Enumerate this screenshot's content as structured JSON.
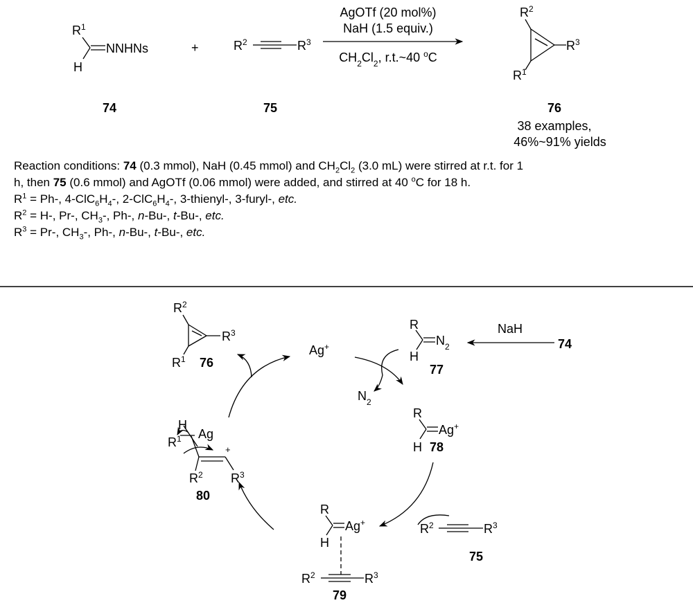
{
  "top": {
    "compound74": {
      "r1": [
        [
          "R"
        ],
        [
          "1",
          "sup"
        ]
      ],
      "group": "NNHNs",
      "h": "H",
      "label": "74"
    },
    "plus": "+",
    "compound75": {
      "r2": [
        [
          "R"
        ],
        [
          "2",
          "sup"
        ]
      ],
      "r3": [
        [
          "R"
        ],
        [
          "3",
          "sup"
        ]
      ],
      "label": "75"
    },
    "conditions": {
      "line1": "AgOTf (20 mol%)",
      "line2": "NaH (1.5 equiv.)",
      "line3": [
        [
          "CH"
        ],
        [
          "2",
          "sub"
        ],
        [
          "Cl"
        ],
        [
          "2",
          "sub"
        ],
        [
          ", r.t.~40 "
        ],
        [
          "o",
          "sup"
        ],
        [
          "C"
        ]
      ]
    },
    "product76": {
      "r2": [
        [
          "R"
        ],
        [
          "2",
          "sup"
        ]
      ],
      "r3": [
        [
          "R"
        ],
        [
          "3",
          "sup"
        ]
      ],
      "r1": [
        [
          "R"
        ],
        [
          "1",
          "sup"
        ]
      ],
      "label": "76",
      "examples": "38 examples,",
      "yields": "46%~91% yields"
    }
  },
  "notes": [
    [
      [
        "Reaction conditions:  "
      ],
      [
        "74",
        "b"
      ],
      [
        " (0.3 mmol), NaH (0.45 mmol) and CH"
      ],
      [
        "2",
        "sub"
      ],
      [
        "Cl"
      ],
      [
        "2",
        "sub"
      ],
      [
        " (3.0 mL) were stirred at r.t. for 1"
      ]
    ],
    [
      [
        "h, then "
      ],
      [
        "75",
        "b"
      ],
      [
        " (0.6 mmol) and AgOTf (0.06 mmol) were added, and stirred at 40 "
      ],
      [
        "o",
        "sup"
      ],
      [
        "C for 18 h."
      ]
    ],
    [
      [
        "R"
      ],
      [
        "1",
        "sup"
      ],
      [
        " = Ph-, 4-ClC"
      ],
      [
        "6",
        "sub"
      ],
      [
        "H"
      ],
      [
        "4",
        "sub"
      ],
      [
        "-, 2-ClC"
      ],
      [
        "6",
        "sub"
      ],
      [
        "H"
      ],
      [
        "4",
        "sub"
      ],
      [
        "-, 3-thienyl-, 3-furyl-, "
      ],
      [
        "etc.",
        "i"
      ]
    ],
    [
      [
        "R"
      ],
      [
        "2",
        "sup"
      ],
      [
        " = H-, Pr-, CH"
      ],
      [
        "3",
        "sub"
      ],
      [
        "-, Ph-, "
      ],
      [
        "n",
        "i"
      ],
      [
        "-Bu-, "
      ],
      [
        "t",
        "i"
      ],
      [
        "-Bu-, "
      ],
      [
        "etc.",
        "i"
      ]
    ],
    [
      [
        "R"
      ],
      [
        "3",
        "sup"
      ],
      [
        " = Pr-, CH"
      ],
      [
        "3",
        "sub"
      ],
      [
        "-, Ph-, "
      ],
      [
        "n",
        "i"
      ],
      [
        "-Bu-, "
      ],
      [
        "t",
        "i"
      ],
      [
        "-Bu-, "
      ],
      [
        "etc.",
        "i"
      ]
    ]
  ],
  "mechanism": {
    "c76": {
      "r2": [
        [
          "R"
        ],
        [
          "2",
          "sup"
        ]
      ],
      "r3": [
        [
          "R"
        ],
        [
          "3",
          "sup"
        ]
      ],
      "r1": [
        [
          "R"
        ],
        [
          "1",
          "sup"
        ]
      ],
      "label": "76"
    },
    "ag": [
      [
        "Ag"
      ],
      [
        "+",
        "sup"
      ]
    ],
    "c77": {
      "r": "R",
      "n2": [
        [
          "N"
        ],
        [
          "2",
          "sub"
        ]
      ],
      "h": "H",
      "label": "77"
    },
    "nah": "NaH",
    "c74": "74",
    "n2_released": [
      [
        "N"
      ],
      [
        "2",
        "sub"
      ]
    ],
    "c78": {
      "r": "R",
      "ag": [
        [
          "Ag"
        ],
        [
          "+",
          "sup"
        ]
      ],
      "h": "H",
      "label": "78"
    },
    "c75": {
      "r2": [
        [
          "R"
        ],
        [
          "2",
          "sup"
        ]
      ],
      "r3": [
        [
          "R"
        ],
        [
          "3",
          "sup"
        ]
      ],
      "label": "75"
    },
    "c79": {
      "r": "R",
      "ag": [
        [
          "Ag"
        ],
        [
          "+",
          "sup"
        ]
      ],
      "h": "H",
      "r2": [
        [
          "R"
        ],
        [
          "2",
          "sup"
        ]
      ],
      "r3": [
        [
          "R"
        ],
        [
          "3",
          "sup"
        ]
      ],
      "label": "79"
    },
    "c80": {
      "h": "H",
      "ag": "Ag",
      "r1": [
        [
          "R"
        ],
        [
          "1",
          "sup"
        ]
      ],
      "plus": "+",
      "r2": [
        [
          "R"
        ],
        [
          "2",
          "sup"
        ]
      ],
      "r3": [
        [
          "R"
        ],
        [
          "3",
          "sup"
        ]
      ],
      "label": "80"
    }
  }
}
